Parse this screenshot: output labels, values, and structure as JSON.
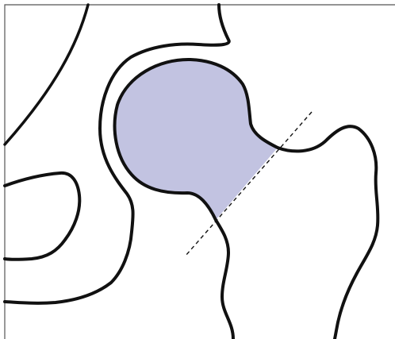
{
  "diagram": {
    "subject": "hip-joint-femoral-head-and-neck",
    "colors": {
      "highlight_fill": "#c2c3e1",
      "outline": "#111111",
      "frame": "#555555",
      "background": "#ffffff"
    },
    "elements": [
      {
        "name": "iliac-wing-curve",
        "kind": "bone-outline"
      },
      {
        "name": "acetabulum-outline",
        "kind": "bone-outline"
      },
      {
        "name": "obturator-foramen",
        "kind": "bone-outline"
      },
      {
        "name": "ischium-outline",
        "kind": "bone-outline"
      },
      {
        "name": "femoral-head-region",
        "kind": "highlighted-region"
      },
      {
        "name": "femur-outline",
        "kind": "bone-outline"
      },
      {
        "name": "femoral-neck-cut-line",
        "kind": "dashed-line"
      }
    ]
  }
}
